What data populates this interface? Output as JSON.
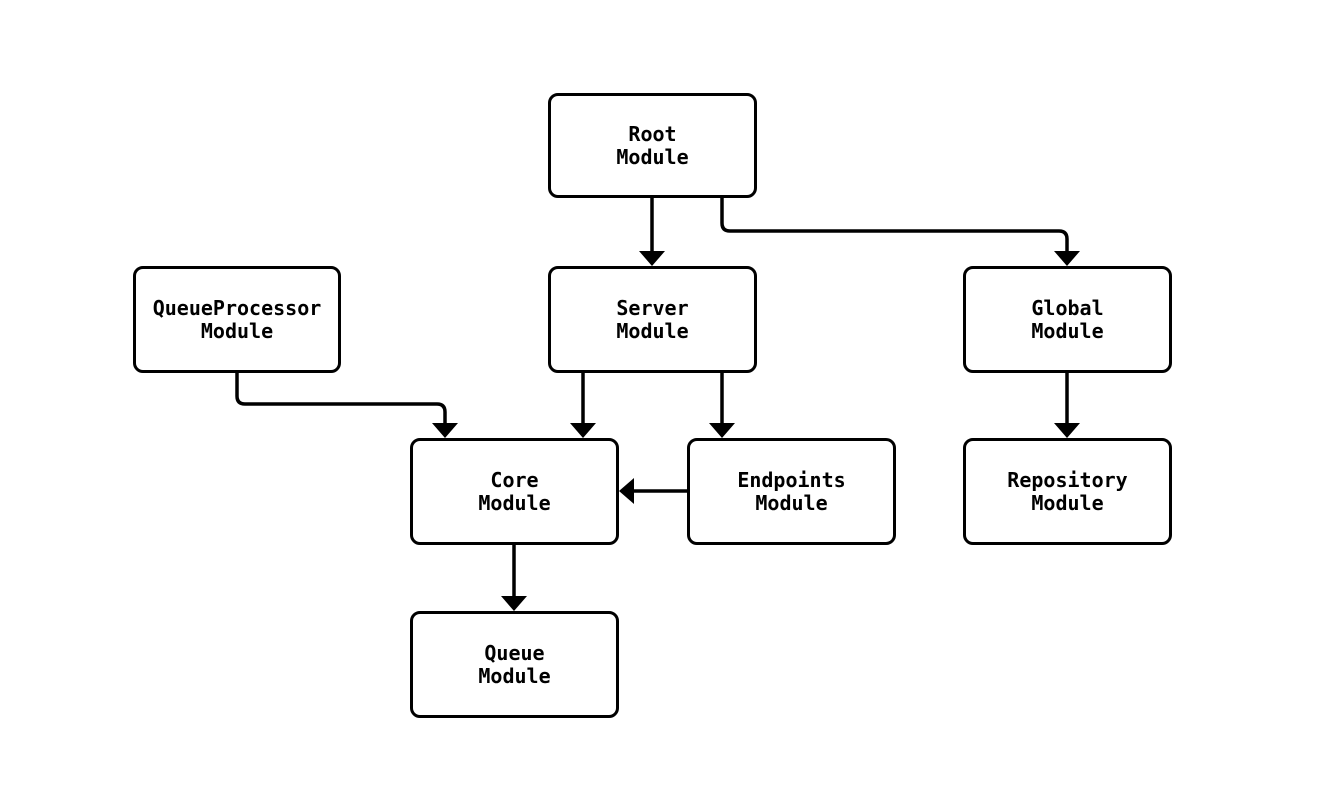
{
  "diagram": {
    "type": "module-dependency-flowchart",
    "colors": {
      "background": "#ffffff",
      "node_fill": "#ffffff",
      "node_stroke": "#000000",
      "edge_stroke": "#000000",
      "text": "#000000"
    },
    "nodes": [
      {
        "id": "root",
        "label": "Root\nModule"
      },
      {
        "id": "queueprocessor",
        "label": "QueueProcessor\nModule"
      },
      {
        "id": "server",
        "label": "Server\nModule"
      },
      {
        "id": "global",
        "label": "Global\nModule"
      },
      {
        "id": "core",
        "label": "Core\nModule"
      },
      {
        "id": "endpoints",
        "label": "Endpoints\nModule"
      },
      {
        "id": "repository",
        "label": "Repository\nModule"
      },
      {
        "id": "queue",
        "label": "Queue\nModule"
      }
    ],
    "edges": [
      {
        "from": "root",
        "to": "server"
      },
      {
        "from": "root",
        "to": "global"
      },
      {
        "from": "queueprocessor",
        "to": "core"
      },
      {
        "from": "server",
        "to": "core"
      },
      {
        "from": "server",
        "to": "endpoints"
      },
      {
        "from": "endpoints",
        "to": "core"
      },
      {
        "from": "core",
        "to": "queue"
      },
      {
        "from": "global",
        "to": "repository"
      }
    ]
  }
}
